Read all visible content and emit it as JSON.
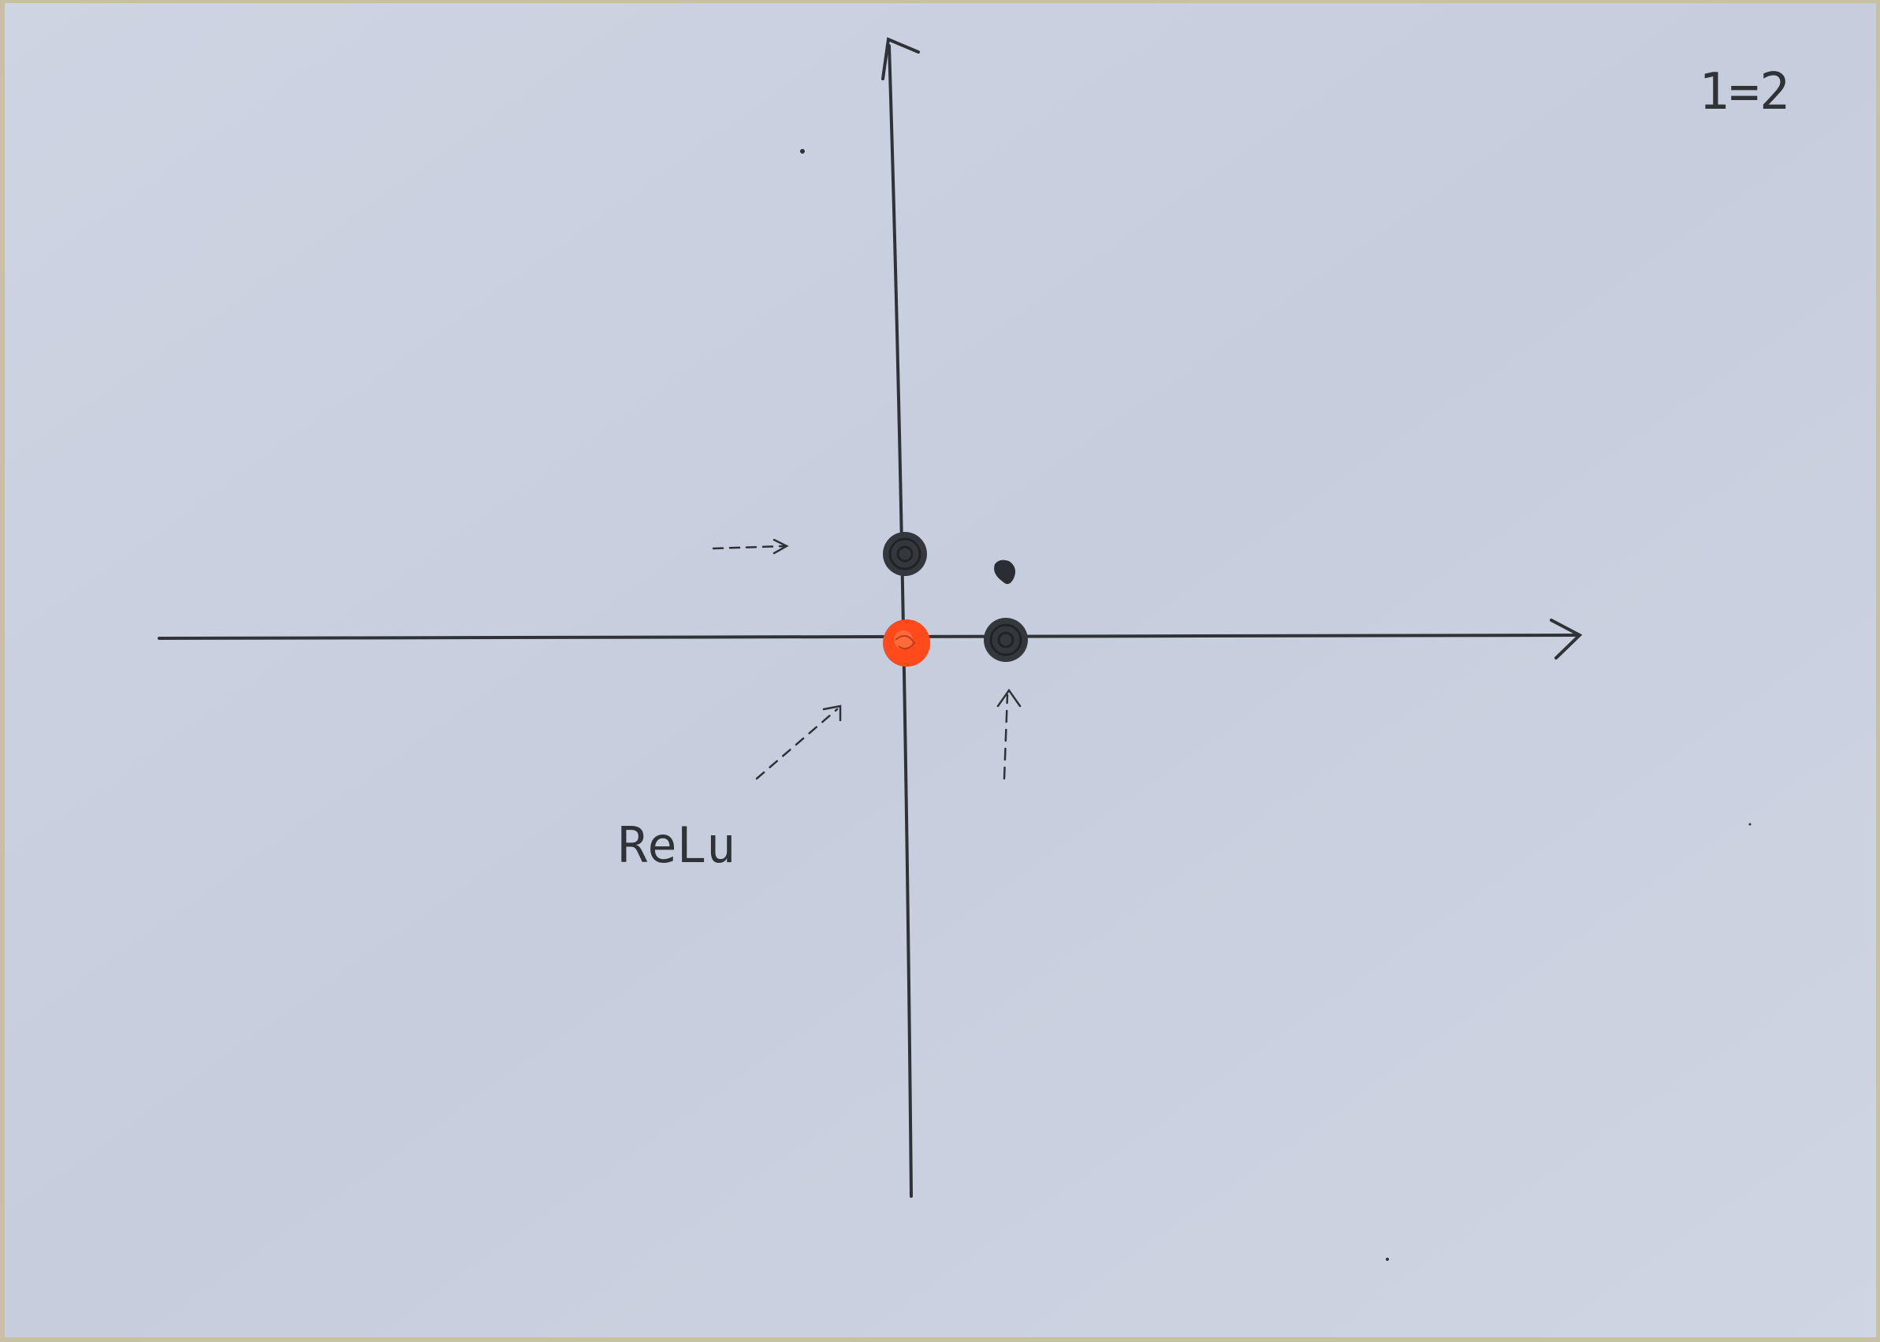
{
  "sketch": {
    "corner_label": "1=2",
    "annotation_label": "ReLu",
    "paper_color": "#c9d0df",
    "ink_color": "#2f3338",
    "highlight_color": "#ff4a1c"
  },
  "points": [
    {
      "name": "point-on-y-axis",
      "x": 0,
      "y": 1,
      "style": "filled-circle",
      "color": "#2f3338"
    },
    {
      "name": "point-on-x-axis",
      "x": 1,
      "y": 0,
      "style": "filled-circle",
      "color": "#2f3338"
    },
    {
      "name": "point-original",
      "x": 1,
      "y": 1,
      "style": "small-dot",
      "color": "#2f3338"
    },
    {
      "name": "point-origin-relu",
      "x": 0,
      "y": 0,
      "style": "filled-circle",
      "color": "#ff4a1c"
    }
  ]
}
